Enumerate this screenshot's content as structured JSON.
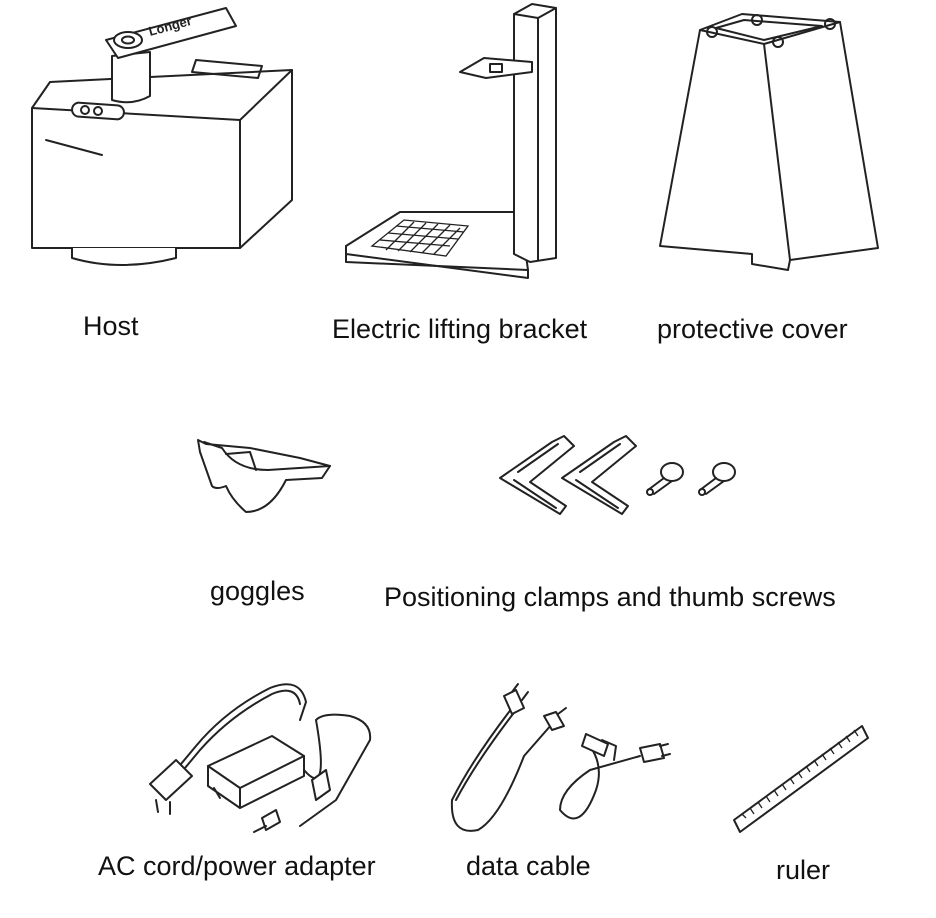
{
  "items": [
    {
      "id": "host",
      "label": "Host",
      "brand_text": "Longer"
    },
    {
      "id": "bracket",
      "label": "Electric lifting bracket"
    },
    {
      "id": "cover",
      "label": "protective cover"
    },
    {
      "id": "goggles",
      "label": "goggles"
    },
    {
      "id": "clamps",
      "label": "Positioning clamps and thumb screws"
    },
    {
      "id": "adapter",
      "label": "AC cord/power adapter"
    },
    {
      "id": "cable",
      "label": "data cable"
    },
    {
      "id": "ruler",
      "label": "ruler"
    }
  ],
  "colors": {
    "line": "#222222",
    "background": "#ffffff"
  }
}
